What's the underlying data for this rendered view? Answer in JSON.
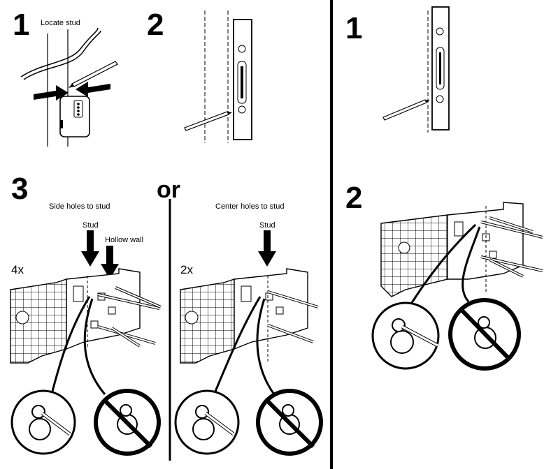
{
  "left_panel": {
    "step1": {
      "number": "1",
      "caption": "Locate stud"
    },
    "step2": {
      "number": "2"
    },
    "step3": {
      "number": "3",
      "separator": "or",
      "option_a": {
        "title": "Side holes to stud",
        "stud_label": "Stud",
        "hollow_label": "Hollow wall",
        "count": "4x"
      },
      "option_b": {
        "title": "Center holes to stud",
        "stud_label": "Stud",
        "count": "2x"
      }
    }
  },
  "right_panel": {
    "step1": {
      "number": "1"
    },
    "step2": {
      "number": "2"
    }
  },
  "icons": [
    "stud-finder-icon",
    "pencil-icon",
    "spirit-level-icon",
    "mounting-bracket-icon",
    "keyhole-slot-icon",
    "prohibited-icon",
    "arrow-icon"
  ],
  "colors": {
    "ink": "#000000",
    "paper": "#ffffff"
  }
}
